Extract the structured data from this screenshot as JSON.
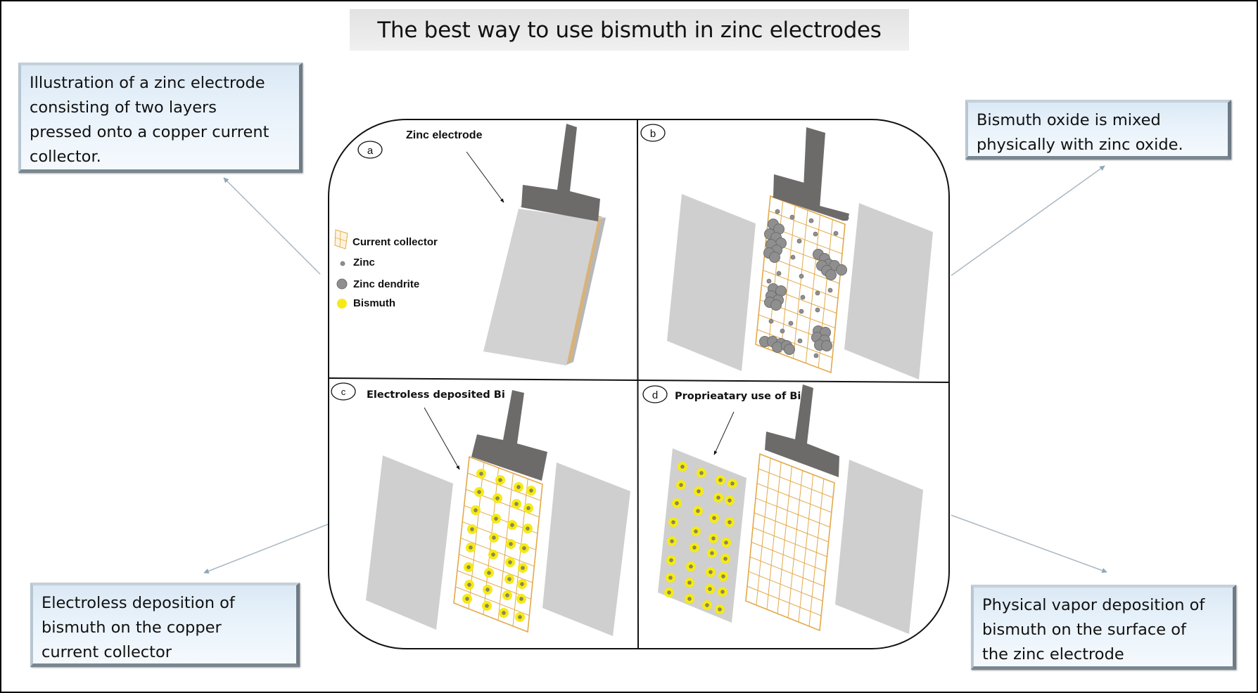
{
  "title": "The best way to use bismuth in zinc electrodes",
  "callouts": [
    {
      "id": "top-left",
      "text": "Illustration of a zinc electrode\nconsisting of two layers\npressed onto a copper current\ncollector."
    },
    {
      "id": "top-right",
      "text": "Bismuth oxide is mixed\nphysically with zinc oxide."
    },
    {
      "id": "bottom-left",
      "text": "Electroless deposition of\nbismuth on the copper\ncurrent collector"
    },
    {
      "id": "bottom-right",
      "text": "Physical vapor deposition of\nbismuth on the surface of\nthe zinc electrode"
    }
  ],
  "panels": {
    "a": {
      "label": "a",
      "annotation": "Zinc electrode"
    },
    "b": {
      "label": "b"
    },
    "c": {
      "label": "c",
      "annotation": "Electroless deposited Bi"
    },
    "d": {
      "label": "d",
      "annotation": "Proprieatary use of Bi"
    }
  },
  "legend": [
    {
      "icon": "current-collector-icon",
      "label": "Current collector"
    },
    {
      "icon": "zinc-icon",
      "label": "Zinc"
    },
    {
      "icon": "zinc-dendrite-icon",
      "label": "Zinc dendrite"
    },
    {
      "icon": "bismuth-icon",
      "label": "Bismuth"
    }
  ],
  "colors": {
    "tab": "#6d6a6a",
    "separator": "#cfcfcf",
    "grid": "#e3a94a",
    "zinc": "#8f8f8f",
    "bismuth": "#f5ea16",
    "arrow": "#8ea6b8"
  }
}
